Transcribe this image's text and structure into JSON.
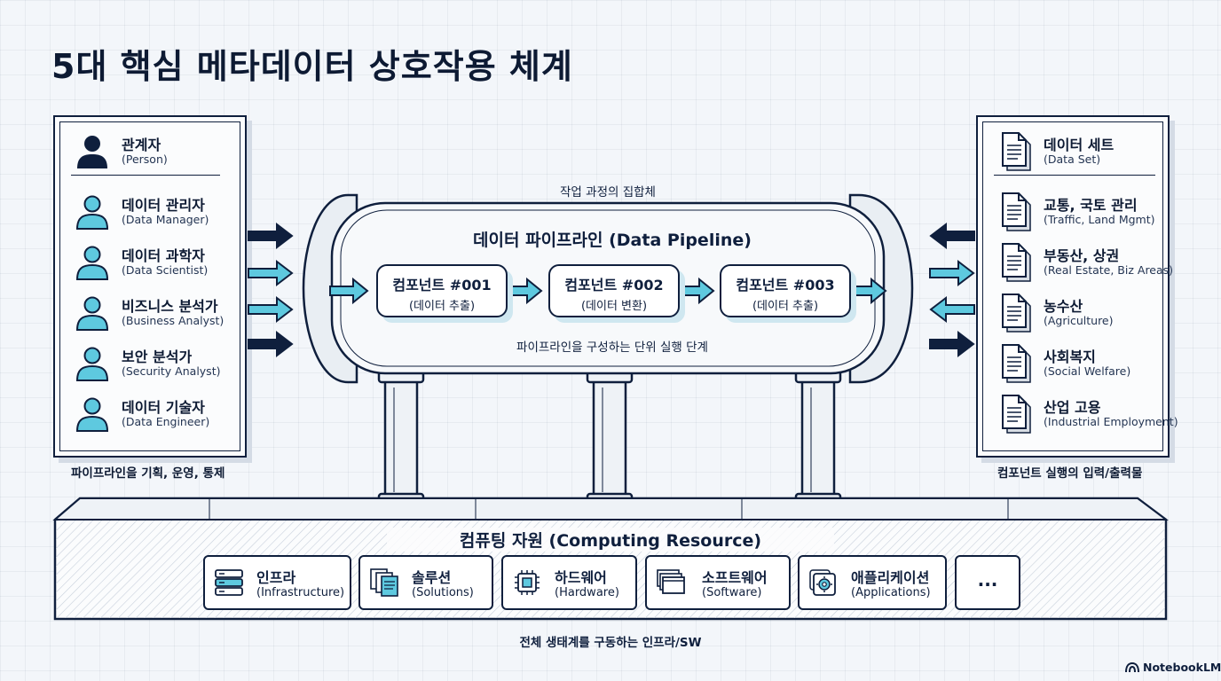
{
  "title": "5대 핵심 메타데이터 상호작용 체계",
  "left_panel": {
    "caption": "파이프라인을 기획, 운영, 통제",
    "items": [
      {
        "name": "관계자",
        "sub": "(Person)"
      },
      {
        "name": "데이터 관리자",
        "sub": "(Data Manager)"
      },
      {
        "name": "데이터 과학자",
        "sub": "(Data Scientist)"
      },
      {
        "name": "비즈니스 분석가",
        "sub": "(Business Analyst)"
      },
      {
        "name": "보안 분석가",
        "sub": "(Security Analyst)"
      },
      {
        "name": "데이터 기술자",
        "sub": "(Data Engineer)"
      }
    ]
  },
  "pipeline": {
    "top_label": "작업 과정의 집합체",
    "title": "데이터 파이프라인 (Data Pipeline)",
    "bottom_label": "파이프라인을 구성하는 단위 실행 단계",
    "components": [
      {
        "name": "컴포넌트 #001",
        "sub": "(데이터 추출)"
      },
      {
        "name": "컴포넌트 #002",
        "sub": "(데이터 변환)"
      },
      {
        "name": "컴포넌트 #003",
        "sub": "(데이터 추출)"
      }
    ]
  },
  "right_panel": {
    "caption": "컴포넌트 실행의 입력/출력물",
    "items": [
      {
        "name": "데이터 세트",
        "sub": "(Data Set)"
      },
      {
        "name": "교통, 국토 관리",
        "sub": "(Traffic, Land Mgmt)"
      },
      {
        "name": "부동산, 상권",
        "sub": "(Real Estate, Biz Areas)"
      },
      {
        "name": "농수산",
        "sub": "(Agriculture)"
      },
      {
        "name": "사회복지",
        "sub": "(Social Welfare)"
      },
      {
        "name": "산업 고용",
        "sub": "(Industrial Employment)"
      }
    ]
  },
  "computing": {
    "title": "컴퓨팅 자원 (Computing Resource)",
    "caption": "전체 생태계를 구동하는 인프라/SW",
    "resources": [
      {
        "name": "인프라",
        "sub": "(Infrastructure)",
        "icon": "server-rack-icon"
      },
      {
        "name": "솔루션",
        "sub": "(Solutions)",
        "icon": "stacked-documents-icon"
      },
      {
        "name": "하드웨어",
        "sub": "(Hardware)",
        "icon": "cpu-chip-icon"
      },
      {
        "name": "소프트웨어",
        "sub": "(Software)",
        "icon": "stacked-windows-icon"
      },
      {
        "name": "애플리케이션",
        "sub": "(Applications)",
        "icon": "app-gear-icon"
      }
    ],
    "more": "..."
  },
  "brand": "NotebookLM",
  "colors": {
    "navy": "#0f1f3d",
    "cyan": "#5ec9df",
    "paper": "#fbfcfd"
  }
}
